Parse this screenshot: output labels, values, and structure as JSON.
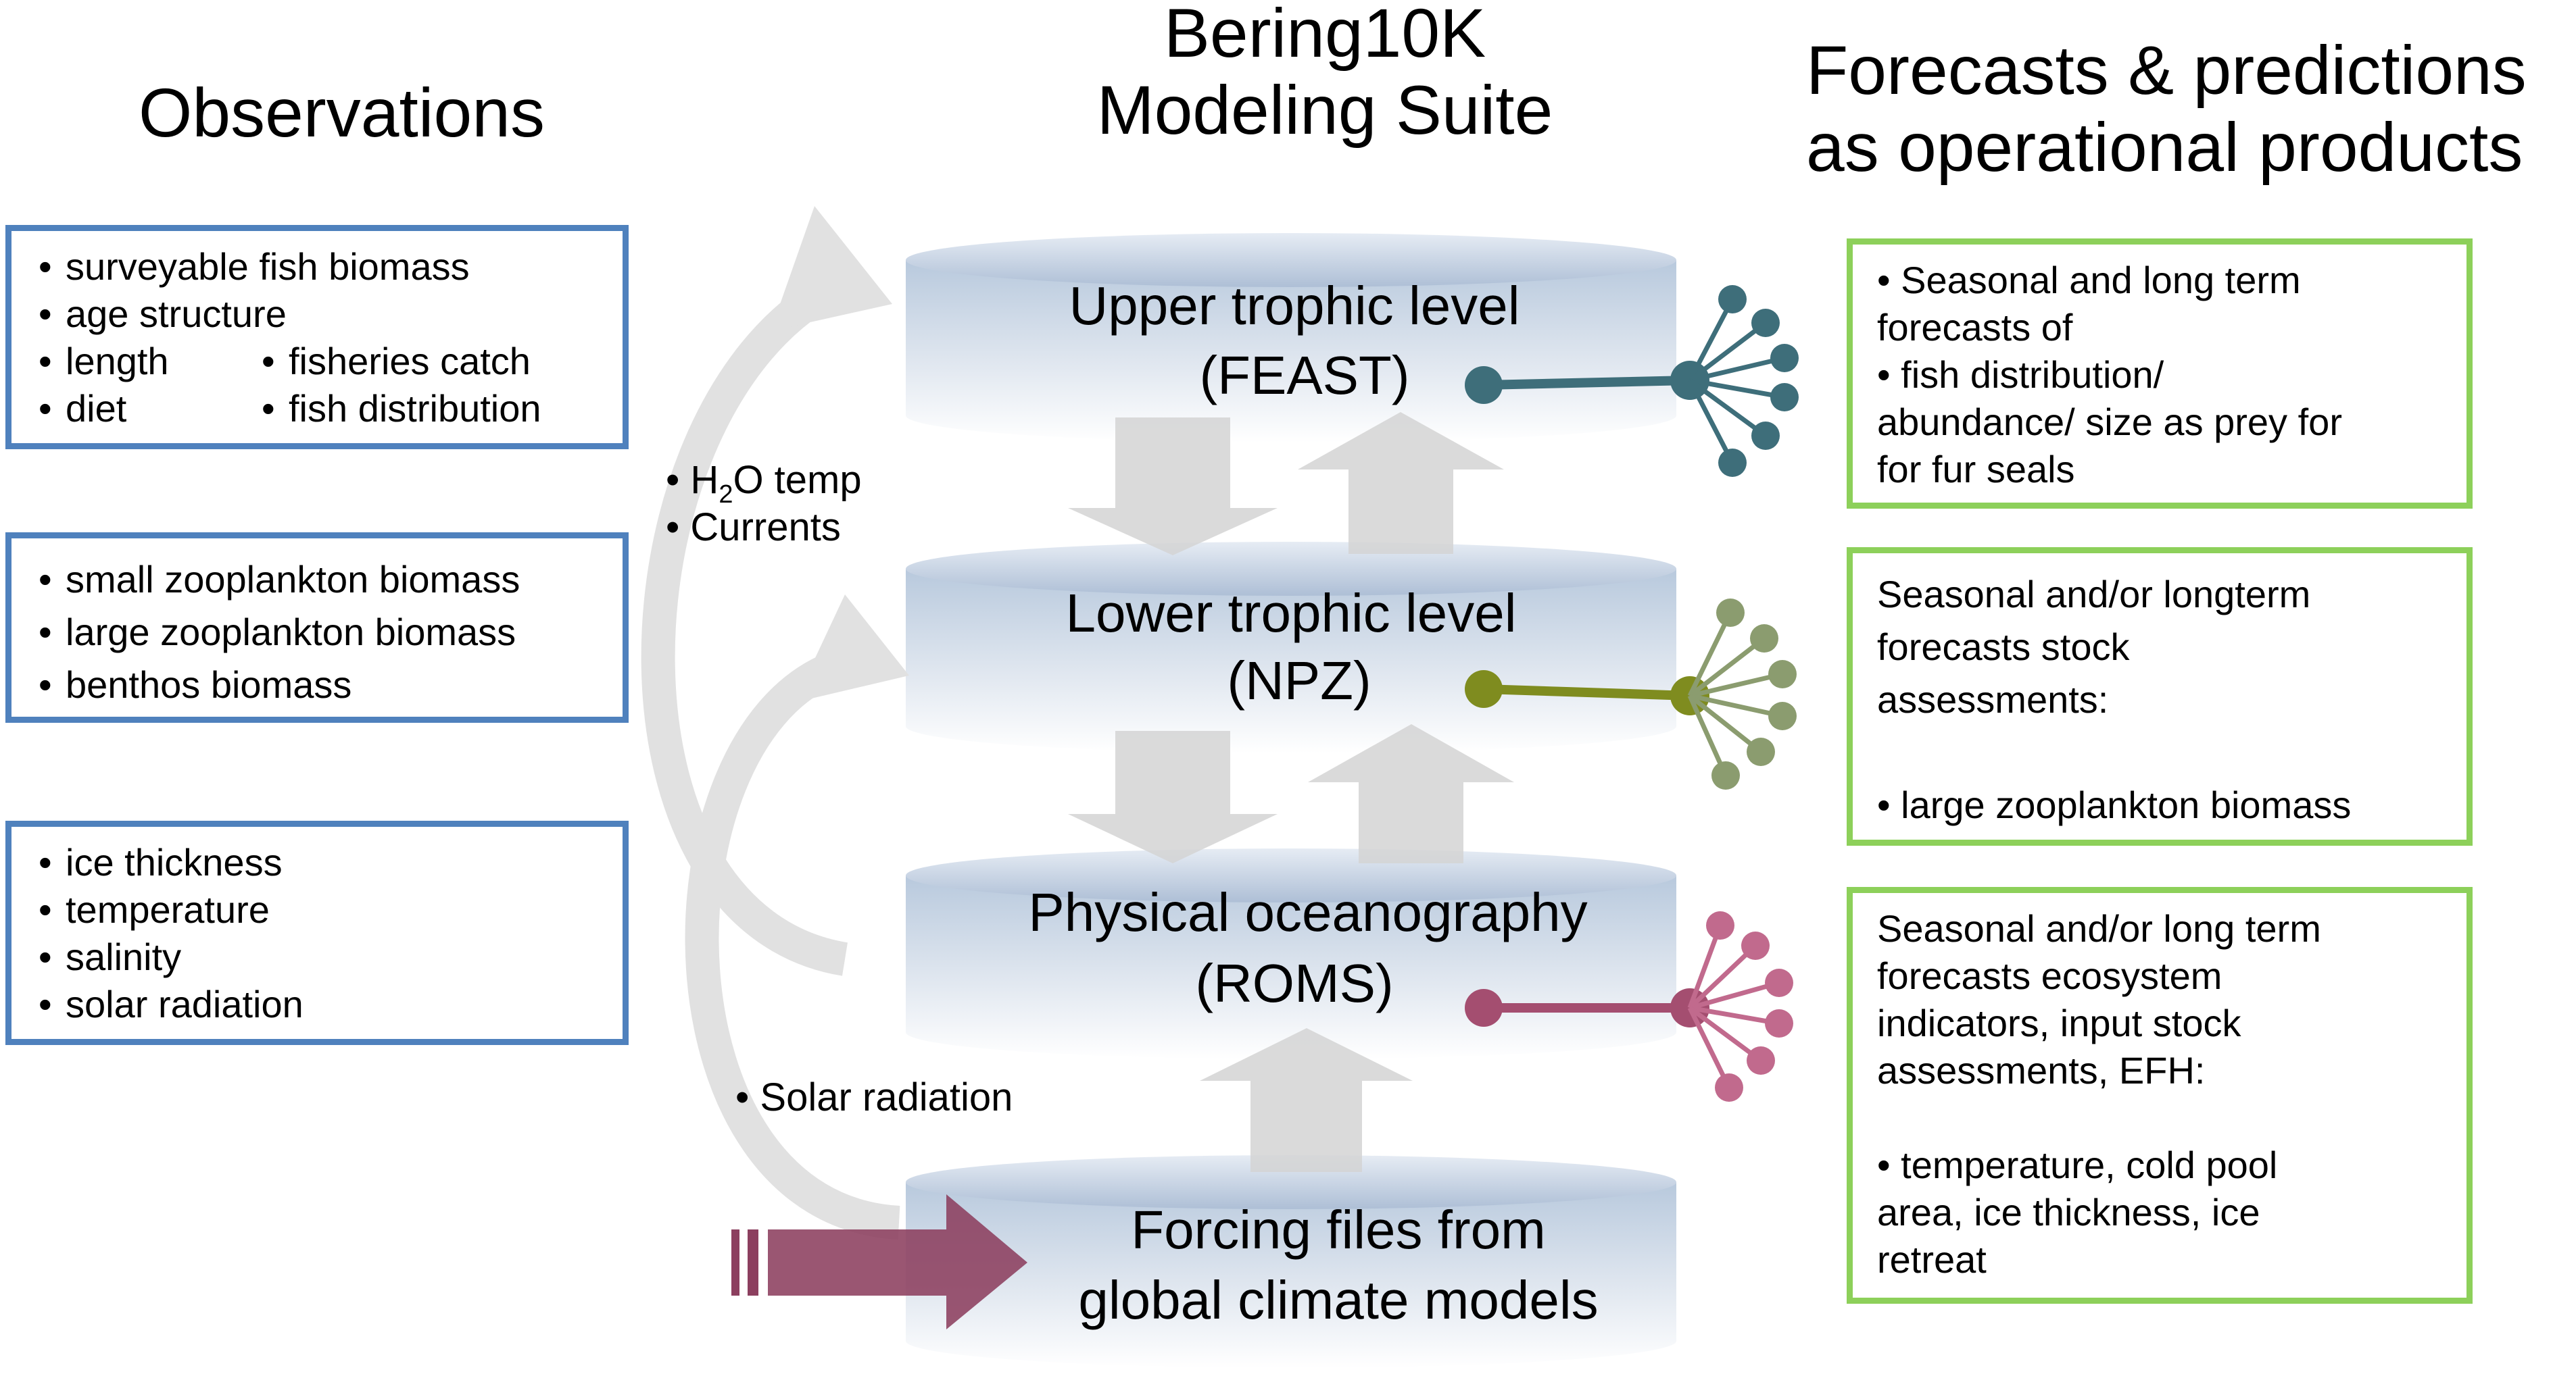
{
  "headings": {
    "observations": "Observations",
    "suite_line1": "Bering10K",
    "suite_line2": "Modeling Suite",
    "forecasts_line1": "Forecasts & predictions",
    "forecasts_line2": "as operational products"
  },
  "layers": [
    {
      "line1": "Upper trophic level",
      "line2": "(FEAST)",
      "color": "#3e6e7a"
    },
    {
      "line1": "Lower trophic level",
      "line2": "(NPZ)",
      "color": "#7f8c1f"
    },
    {
      "line1": "Physical oceanography",
      "line2": "(ROMS)",
      "color": "#a44e70"
    },
    {
      "line1": "Forcing files from",
      "line2": "global climate models"
    }
  ],
  "observations": {
    "box1": {
      "row1": "surveyable fish biomass",
      "row2": "age structure",
      "row3a": "length",
      "row3b": "fisheries catch",
      "row4a": "diet",
      "row4b": "fish distribution"
    },
    "box2": [
      "small zooplankton biomass",
      "large zooplankton biomass",
      "benthos biomass"
    ],
    "box3": [
      "ice thickness",
      "temperature",
      "salinity",
      "solar radiation"
    ]
  },
  "flow_labels": {
    "h2o_prefix": "H",
    "h2o_sub": "2",
    "h2o_suffix": "O temp",
    "currents": "Currents",
    "solar": "Solar radiation"
  },
  "forecasts": {
    "box1": [
      "• Seasonal and long term",
      "forecasts of",
      "• fish distribution/",
      "abundance/ size as prey for",
      "for fur seals"
    ],
    "box2": [
      "Seasonal and/or longterm",
      "forecasts stock",
      "assessments:",
      "",
      "• large zooplankton biomass"
    ],
    "box3": [
      "Seasonal and/or long term",
      "forecasts ecosystem",
      "indicators, input stock",
      "assessments, EFH:",
      "",
      "• temperature, cold pool",
      "area, ice thickness, ice",
      "retreat"
    ]
  },
  "colors": {
    "obs_border": "#4f81bd",
    "forecast_border": "#8dd05a",
    "flow_arrow": "#e1e1e1",
    "forcing_arrow": "#8c3f5f"
  }
}
